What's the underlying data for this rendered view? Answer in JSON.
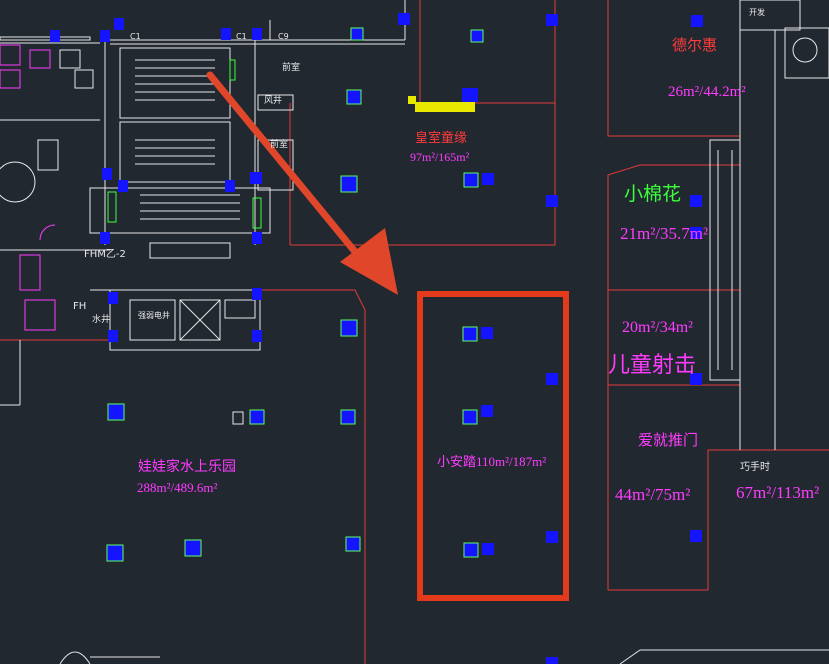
{
  "colors": {
    "background": "#212830",
    "wall": "#e8e8e8",
    "boundary": "#e23a3a",
    "device_fill": "#1414ff",
    "device_outline": "#5cff5c",
    "label_red": "#ff3b3b",
    "label_magenta": "#ff3cff",
    "label_green": "#3cff3c",
    "highlight": "#e23a1a",
    "arrow": "#e0462a"
  },
  "units": [
    {
      "name": "德尔惠",
      "area": "26m²/44.2m²"
    },
    {
      "name": "皇室童缘",
      "area": "97m²/165m²"
    },
    {
      "name": "小棉花",
      "area": "21m²/35.7m²"
    },
    {
      "name": "儿童射击",
      "area": "20m²/34m²"
    },
    {
      "name": "爱就推门",
      "area": "44m²/75m²"
    },
    {
      "name": "巧手时",
      "area": "67m²/113m²"
    },
    {
      "name": "娃娃家水上乐园",
      "area": "288m²/489.6m²"
    }
  ],
  "highlighted_unit": {
    "label": "小安踏110m²/187m²"
  },
  "annotations": {
    "c1_a": "C1",
    "c1_b": "C1",
    "c9": "C9",
    "front_room_a": "前室",
    "front_room_b": "前室",
    "fhm": "FHM乙-2",
    "fhm_b": "FH",
    "shaft": "风井",
    "water_shaft": "水井",
    "elec_shaft": "强弱电井",
    "corner_label": "开发"
  }
}
